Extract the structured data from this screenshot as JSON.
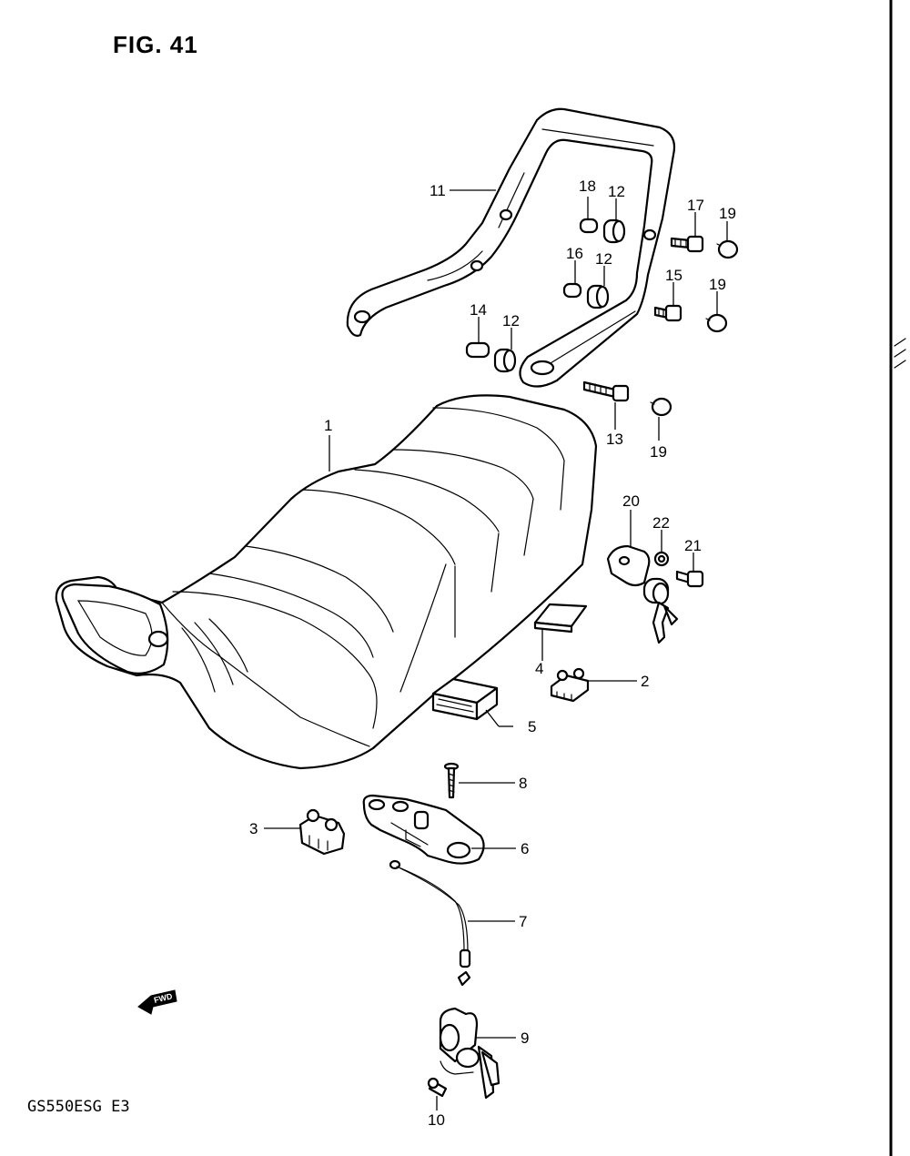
{
  "figure": {
    "title": "FIG. 41",
    "model_code": "GS550ESG  E3",
    "fwd_label": "FWD"
  },
  "callouts": {
    "c1": "1",
    "c2": "2",
    "c3": "3",
    "c4": "4",
    "c5": "5",
    "c6": "6",
    "c7": "7",
    "c8": "8",
    "c9": "9",
    "c10": "10",
    "c11": "11",
    "c12a": "12",
    "c12b": "12",
    "c12c": "12",
    "c13": "13",
    "c14": "14",
    "c15": "15",
    "c16": "16",
    "c17": "17",
    "c18": "18",
    "c19a": "19",
    "c19b": "19",
    "c19c": "19",
    "c20": "20",
    "c21": "21",
    "c22": "22"
  }
}
